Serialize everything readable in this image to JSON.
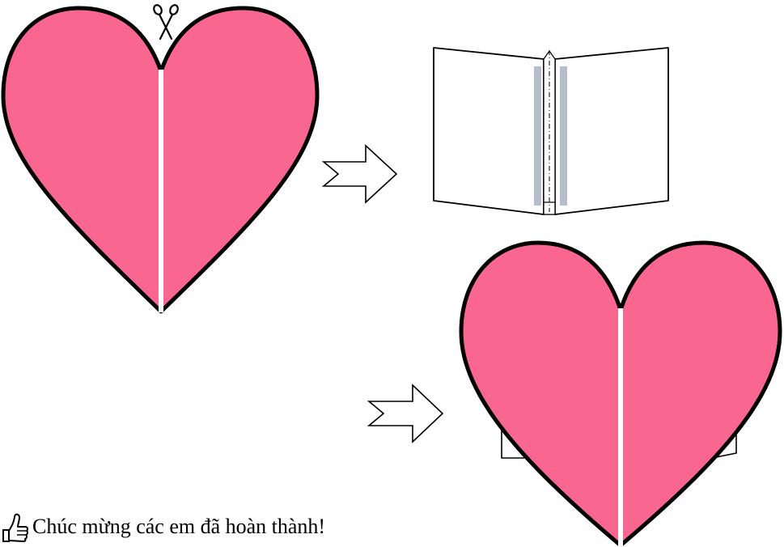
{
  "caption": {
    "text": "Chúc mừng các em đã hoàn thành!",
    "icon": "thumbs-up-icon"
  },
  "colors": {
    "heart_fill": "#f96690",
    "outline": "#000000",
    "card_fill": "#ffffff",
    "fold_shadow": "#b4bdc9",
    "background": "#ffffff"
  },
  "steps": [
    {
      "name": "cut-heart",
      "icon": "scissors-icon"
    },
    {
      "name": "folded-card"
    },
    {
      "name": "glued-heart-card"
    }
  ],
  "arrows": [
    {
      "name": "arrow-step-1",
      "icon": "outline-arrow-icon"
    },
    {
      "name": "arrow-step-2",
      "icon": "outline-arrow-icon"
    }
  ]
}
